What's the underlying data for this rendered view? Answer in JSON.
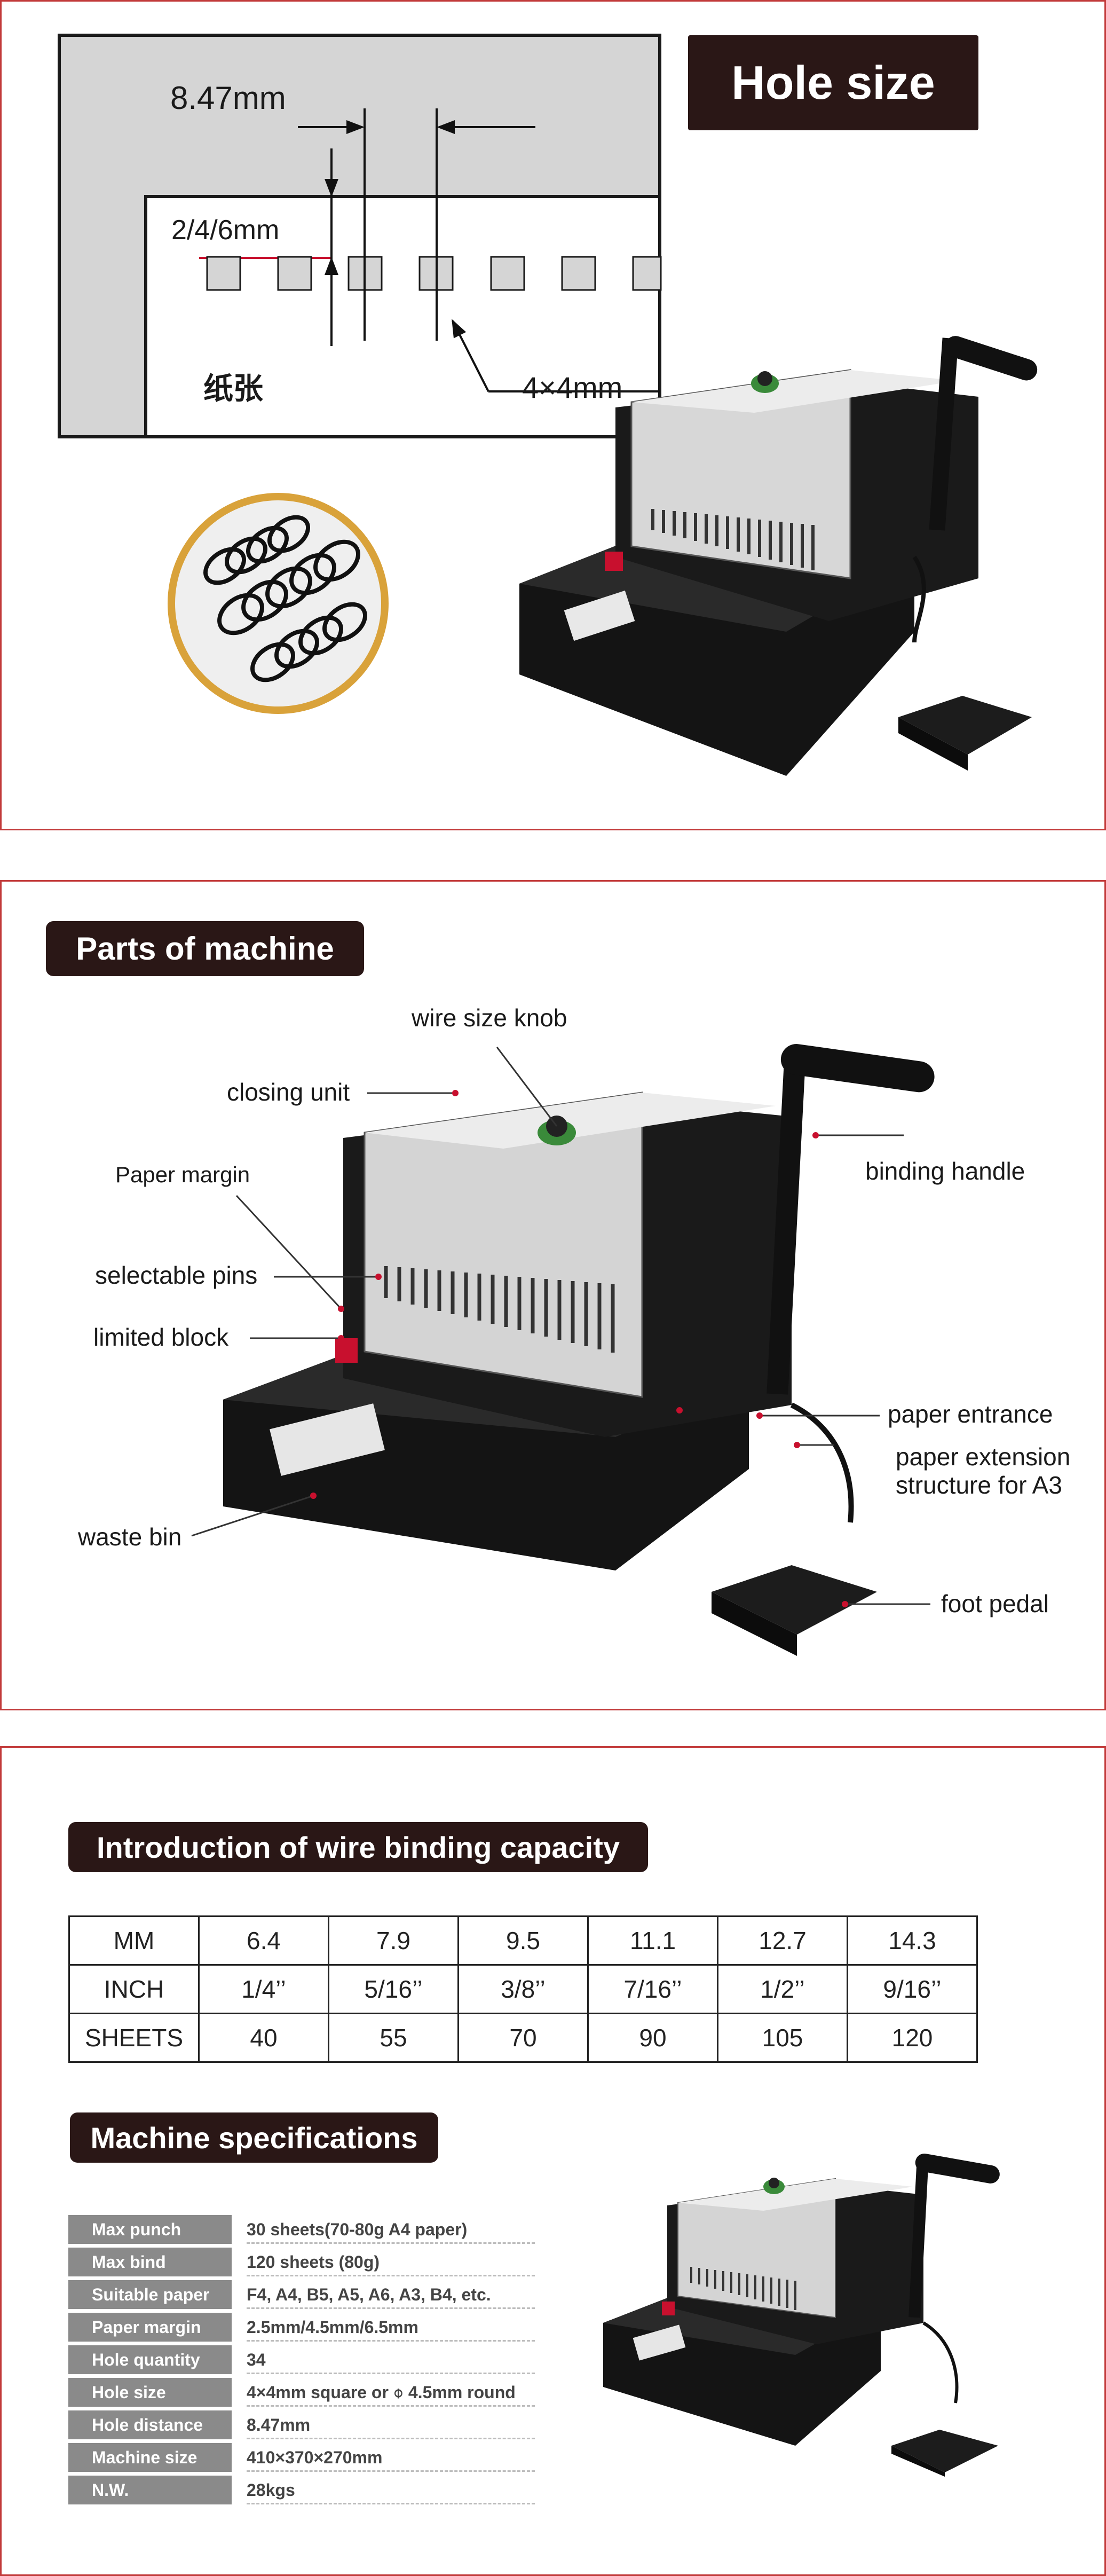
{
  "hole_size": {
    "title": "Hole size",
    "pitch_label": "8.47mm",
    "margin_label": "2/4/6mm",
    "paper_label": "纸张",
    "hole_label": "4×4mm"
  },
  "parts": {
    "title": "Parts of machine",
    "labels": {
      "wire_size_knob": "wire size knob",
      "closing_unit": "closing unit",
      "paper_margin": "Paper margin",
      "selectable_pins": "selectable pins",
      "limited_block": "limited block",
      "waste_bin": "waste bin",
      "binding_handle": "binding handle",
      "paper_entrance": "paper entrance",
      "paper_extension_1": "paper extension",
      "paper_extension_2": "structure for A3",
      "foot_pedal": "foot pedal"
    }
  },
  "capacity": {
    "title": "Introduction of wire binding capacity",
    "rows": [
      [
        "MM",
        "6.4",
        "7.9",
        "9.5",
        "11.1",
        "12.7",
        "14.3"
      ],
      [
        "INCH",
        "1/4’’",
        "5/16’’",
        "3/8’’",
        "7/16’’",
        "1/2’’",
        "9/16’’"
      ],
      [
        "SHEETS",
        "40",
        "55",
        "70",
        "90",
        "105",
        "120"
      ]
    ]
  },
  "specs": {
    "title": "Machine specifications",
    "rows": [
      {
        "key": "Max punch",
        "value": "30 sheets(70-80g A4 paper)"
      },
      {
        "key": "Max bind",
        "value": "120 sheets (80g)"
      },
      {
        "key": "Suitable paper",
        "value": "F4, A4, B5, A5, A6, A3, B4, etc."
      },
      {
        "key": "Paper margin",
        "value": "2.5mm/4.5mm/6.5mm"
      },
      {
        "key": "Hole quantity",
        "value": "34"
      },
      {
        "key": "Hole size",
        "value": "4×4mm square or ⌽ 4.5mm round"
      },
      {
        "key": "Hole distance",
        "value": "8.47mm"
      },
      {
        "key": "Machine size",
        "value": "410×370×270mm"
      },
      {
        "key": "N.W.",
        "value": "28kgs"
      }
    ]
  },
  "colors": {
    "tag_bg": "#2a1716",
    "border": "#c23a3a",
    "spec_key_bg": "#8a8a8a",
    "accent_red": "#c8102e"
  }
}
